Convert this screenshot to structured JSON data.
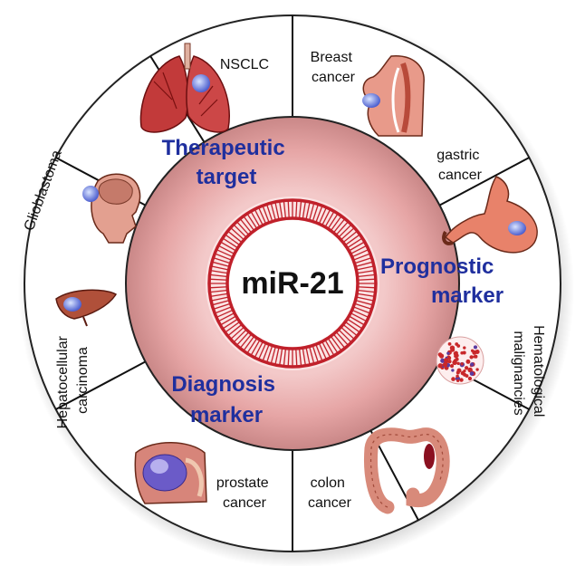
{
  "center": {
    "label": "miR-21"
  },
  "roles": {
    "therapeutic": [
      "Therapeutic",
      "target"
    ],
    "prognostic": [
      "Prognostic",
      "marker"
    ],
    "diagnosis": [
      "Diagnosis",
      "marker"
    ]
  },
  "segments": {
    "nsclc": [
      "NSCLC"
    ],
    "breast": [
      "Breast",
      "cancer"
    ],
    "gastric": [
      "gastric",
      "cancer"
    ],
    "hematological": [
      "Hematological",
      "malignancies"
    ],
    "colon": [
      "colon",
      "cancer"
    ],
    "prostate": [
      "prostate",
      "cancer"
    ],
    "hepatocellular": [
      "Hepatocellular",
      "carcinoma"
    ],
    "glioblastoma": [
      "Glioblastoma"
    ]
  },
  "colors": {
    "role_text": "#1f2f9e",
    "ring_pink": "#e8a7a7",
    "membrane_red": "#c0202a",
    "spokes": "#111111"
  }
}
